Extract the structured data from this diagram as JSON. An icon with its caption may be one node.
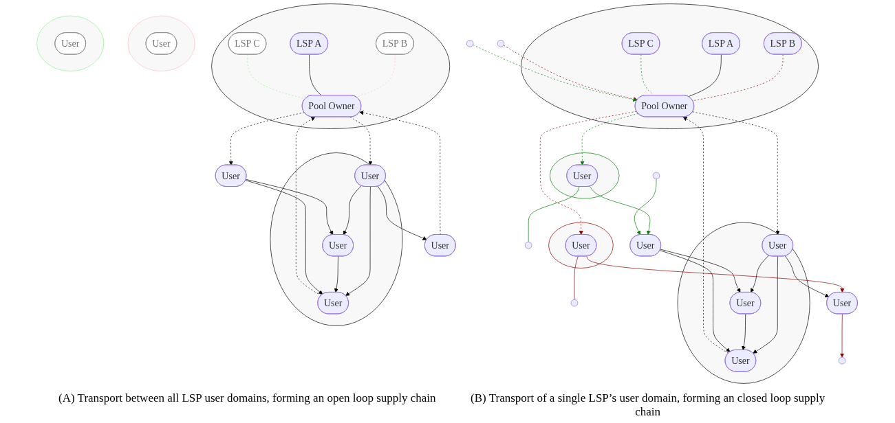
{
  "diagram": {
    "nodes": [
      {
        "text": [],
        "shape": "circle"
      },
      {
        "text": [
          "LSP B"
        ],
        "in": 0
      },
      {
        "text": [
          "LSP A"
        ],
        "in": 0
      },
      {
        "text": [
          "Pool Owner"
        ],
        "in": 0
      },
      {
        "text": [
          "LSP C"
        ],
        "in": 0
      },
      {
        "text": [],
        "shape": "circle"
      },
      {
        "text": [
          "User"
        ],
        "in": 5
      },
      {
        "text": [],
        "shape": "circle"
      },
      {
        "text": [
          "User"
        ]
      },
      {
        "text": [
          "User"
        ],
        "in": 7
      },
      {
        "text": [
          "User"
        ],
        "in": 7
      },
      {
        "text": [
          "User"
        ],
        "in": 7
      },
      {
        "text": [
          "User"
        ]
      },
      {
        "text": [],
        "shape": "circle"
      },
      {
        "text": [
          "User"
        ],
        "in": 13
      },
      {
        "text": [],
        "shape": "circle"
      },
      {
        "text": [
          "LSP B"
        ],
        "in": 15
      },
      {
        "text": [
          "LSP A"
        ],
        "in": 15
      },
      {
        "text": [
          "Pool Owner"
        ],
        "in": 15
      },
      {
        "text": [
          "LSP C"
        ],
        "in": 15
      },
      {
        "text": [],
        "shape": "circle"
      },
      {
        "text": [
          "User"
        ],
        "in": 20
      },
      {
        "text": [],
        "shape": "circle"
      },
      {
        "text": [
          "User"
        ]
      },
      {
        "text": [
          "User"
        ],
        "in": 22
      },
      {
        "text": [
          "User"
        ],
        "in": 22
      },
      {
        "text": [
          "User"
        ],
        "in": 22
      },
      {
        "text": [
          "User"
        ]
      },
      {
        "text": [],
        "shape": "circle"
      },
      {
        "text": [
          "User"
        ],
        "in": 28
      }
    ],
    "edges": [
      {
        "from": 1,
        "to": 3,
        "arrow": "none",
        "style": "dashed",
        "color": "#8b0000"
      },
      {
        "from": 2,
        "to": 3,
        "arrow": "none"
      },
      {
        "from": 4,
        "to": 3,
        "arrow": "none",
        "style": "dashed",
        "color": "#008000"
      },
      {
        "from": 3,
        "to": 6,
        "arrow": "to",
        "style": "dashed",
        "color": "#8b0000"
      },
      {
        "from": null,
        "to": 3,
        "arrow": "to",
        "style": "dashed",
        "color": "#8b0000"
      },
      {
        "from": 3,
        "to": 9,
        "arrow": "to",
        "style": "dashed"
      },
      {
        "from": 11,
        "to": 3,
        "arrow": "to",
        "style": "dashed"
      },
      {
        "from": 3,
        "to": 14,
        "arrow": "to",
        "style": "dashed",
        "color": "#008000"
      },
      {
        "from": null,
        "to": 3,
        "arrow": "to",
        "style": "dashed",
        "color": "#008000"
      },
      {
        "from": 6,
        "to": 8,
        "arrow": "to",
        "color": "#8b0000"
      },
      {
        "from": 6,
        "to": null,
        "arrow": "none",
        "color": "#8b0000"
      },
      {
        "from": 8,
        "to": null,
        "arrow": "to",
        "color": "#8b0000"
      },
      {
        "from": 9,
        "to": 8,
        "arrow": "to"
      },
      {
        "from": 9,
        "to": 10,
        "arrow": "to"
      },
      {
        "from": 9,
        "to": 11,
        "arrow": "to"
      },
      {
        "from": 10,
        "to": 11,
        "arrow": "to"
      },
      {
        "from": 12,
        "to": 11,
        "arrow": "to"
      },
      {
        "from": 12,
        "to": 10,
        "arrow": "to"
      },
      {
        "from": 14,
        "to": 12,
        "arrow": "to",
        "color": "#008000"
      },
      {
        "from": 14,
        "to": null,
        "arrow": "none",
        "color": "#008000"
      },
      {
        "from": null,
        "to": 12,
        "arrow": "to",
        "color": "#008000"
      },
      {
        "from": 16,
        "to": 18,
        "arrow": "none",
        "style": "dashed",
        "color": "#ffc0c0"
      },
      {
        "from": 17,
        "to": 18,
        "arrow": "none"
      },
      {
        "from": 19,
        "to": 18,
        "arrow": "none",
        "style": "dashed",
        "color": "#90ee90"
      },
      {
        "from": 23,
        "to": 18,
        "arrow": "to",
        "style": "dashed"
      },
      {
        "from": 18,
        "to": 24,
        "arrow": "to",
        "style": "dashed"
      },
      {
        "from": 26,
        "to": 18,
        "arrow": "to",
        "style": "dashed"
      },
      {
        "from": 18,
        "to": 27,
        "arrow": "to",
        "style": "dashed"
      },
      {
        "from": 24,
        "to": 23,
        "arrow": "to"
      },
      {
        "from": 24,
        "to": 25,
        "arrow": "to"
      },
      {
        "from": 24,
        "to": 26,
        "arrow": "to"
      },
      {
        "from": 25,
        "to": 26,
        "arrow": "to"
      },
      {
        "from": 27,
        "to": 26,
        "arrow": "to"
      },
      {
        "from": 27,
        "to": 25,
        "arrow": "to"
      }
    ],
    "labels": [
      "(A) Transport between all LSP user domains, forming an open loop supply chain",
      "(B) Transport of a single LSP’s user domain, forming an closed loop supply chain"
    ]
  }
}
